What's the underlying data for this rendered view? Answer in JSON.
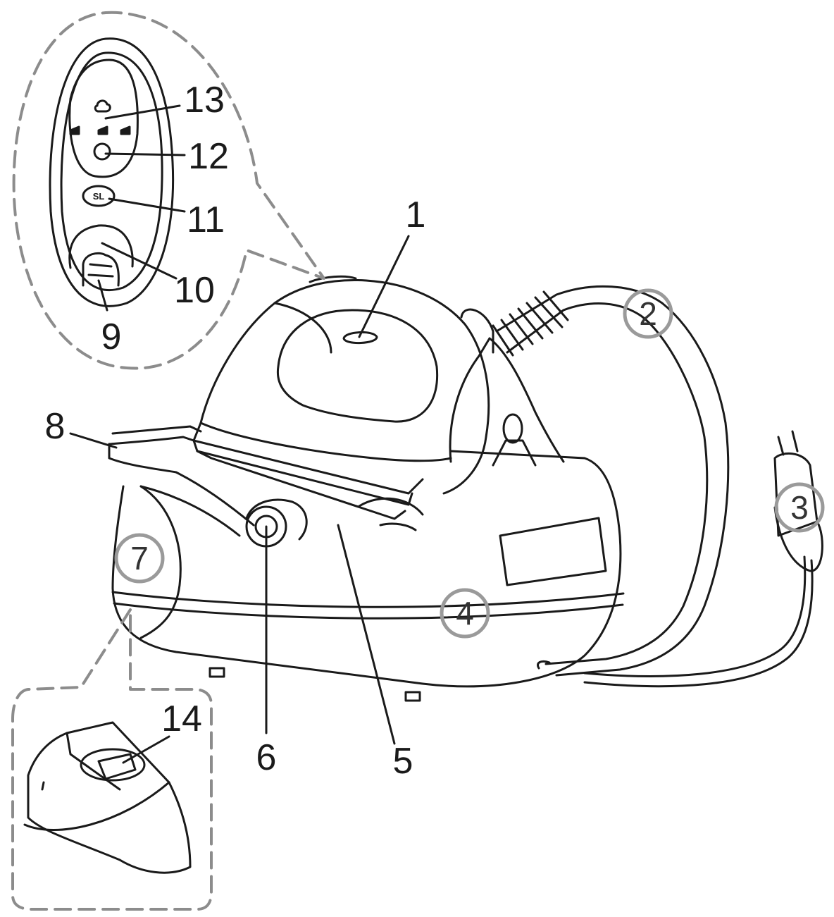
{
  "diagram": {
    "callouts": [
      {
        "id": "1",
        "text": "1",
        "circled": false
      },
      {
        "id": "2",
        "text": "2",
        "circled": true
      },
      {
        "id": "3",
        "text": "3",
        "circled": true
      },
      {
        "id": "4",
        "text": "4",
        "circled": true
      },
      {
        "id": "5",
        "text": "5",
        "circled": false
      },
      {
        "id": "6",
        "text": "6",
        "circled": false
      },
      {
        "id": "7",
        "text": "7",
        "circled": true
      },
      {
        "id": "8",
        "text": "8",
        "circled": false
      },
      {
        "id": "9",
        "text": "9",
        "circled": false
      },
      {
        "id": "10",
        "text": "10",
        "circled": false
      },
      {
        "id": "11",
        "text": "11",
        "circled": false
      },
      {
        "id": "12",
        "text": "12",
        "circled": false
      },
      {
        "id": "13",
        "text": "13",
        "circled": false
      },
      {
        "id": "14",
        "text": "14",
        "circled": false
      }
    ],
    "control_panel": {
      "button_text": "SL"
    },
    "colors": {
      "line": "#1a1a1a",
      "dashed_outline": "#8c8c8c",
      "callout_circle": "#9a9a9a"
    }
  }
}
